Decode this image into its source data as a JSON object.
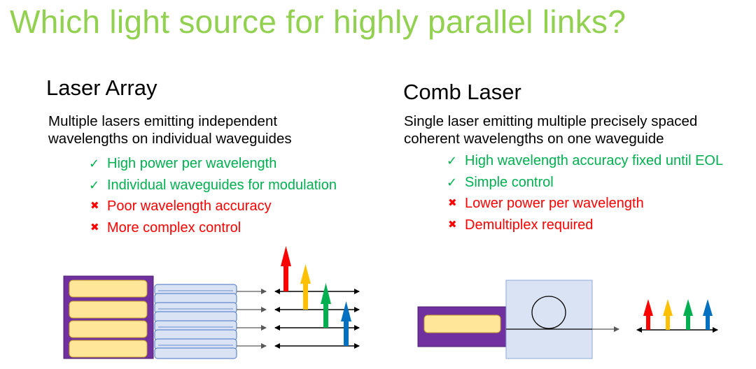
{
  "title": "Which light source for highly parallel links?",
  "colors": {
    "title": "#92D050",
    "pro": "#00B050",
    "con": "#FF0000",
    "laser_chip": "#7030A0",
    "laser_bar": "#FFE699",
    "waveguide": "#DAE3F3",
    "arrow_red": "#FF0000",
    "arrow_yellow": "#FFC000",
    "arrow_green": "#00B050",
    "arrow_blue": "#0070C0"
  },
  "left": {
    "heading": "Laser Array",
    "description_line1": "Multiple lasers emitting independent",
    "description_line2": "wavelengths on individual waveguides",
    "bullets": [
      {
        "icon": "check-icon",
        "glyph": "✓",
        "kind": "pro",
        "text": "High power per wavelength"
      },
      {
        "icon": "check-icon",
        "glyph": "✓",
        "kind": "pro",
        "text": "Individual waveguides for modulation"
      },
      {
        "icon": "cross-icon",
        "glyph": "✖",
        "kind": "con",
        "text": "Poor wavelength accuracy"
      },
      {
        "icon": "cross-icon",
        "glyph": "✖",
        "kind": "con",
        "text": "More complex control"
      }
    ]
  },
  "right": {
    "heading": "Comb Laser",
    "description_line1": "Single laser emitting multiple precisely spaced",
    "description_line2": "coherent wavelengths on one waveguide",
    "bullets": [
      {
        "icon": "check-icon",
        "glyph": "✓",
        "kind": "pro",
        "text": "High wavelength accuracy fixed until EOL"
      },
      {
        "icon": "check-icon",
        "glyph": "✓",
        "kind": "pro",
        "text": "Simple control"
      },
      {
        "icon": "cross-icon",
        "glyph": "✖",
        "kind": "con",
        "text": "Lower power per wavelength"
      },
      {
        "icon": "cross-icon",
        "glyph": "✖",
        "kind": "con",
        "text": "Demultiplex required"
      }
    ]
  }
}
